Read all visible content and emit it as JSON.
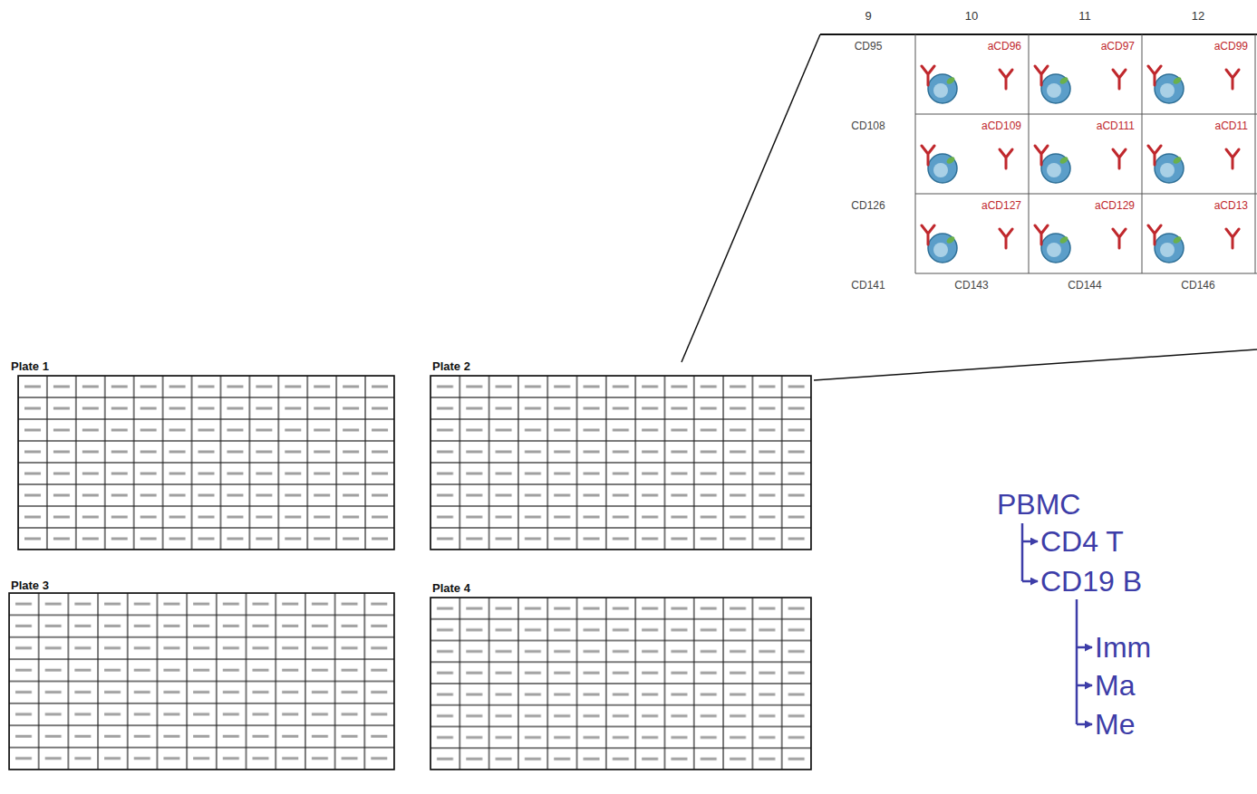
{
  "diagram": {
    "labels": [
      "Plate 1",
      "Plate 2",
      "Plate 3",
      "Plate 4",
      "9",
      "10",
      "11",
      "12",
      "CD95",
      "aCD96",
      "aCD97",
      "aCD99",
      "CD108",
      "aCD109",
      "aCD111",
      "aCD11",
      "CD126",
      "aCD127",
      "aCD129",
      "aCD13",
      "CD141",
      "CD143",
      "CD144",
      "CD146",
      "PBMC",
      "CD4 T",
      "CD19 B",
      "Imm",
      "Ma",
      "Me"
    ]
  }
}
